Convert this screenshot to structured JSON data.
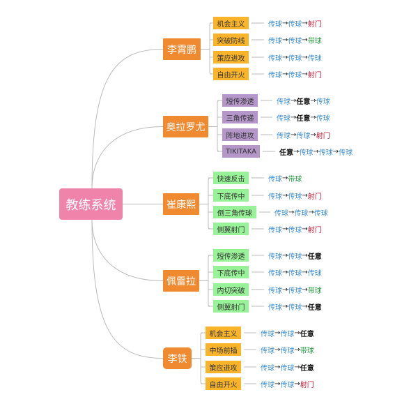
{
  "title": "教练系统",
  "legend_colors": {
    "传球": "#3a8dd2",
    "任意": "#111111",
    "射门": "#c4122f",
    "带球": "#1f9a3c"
  },
  "colors": {
    "root": "#f083aa",
    "coach": "#f08a30",
    "line": "#bbbbbb"
  },
  "coaches": [
    {
      "name": "李霄鹏",
      "tactic_color": "#f9b42a",
      "tactics": [
        {
          "name": "机会主义",
          "sequence": [
            "传球",
            "传球",
            "射门"
          ]
        },
        {
          "name": "突破防线",
          "sequence": [
            "传球",
            "传球",
            "带球"
          ]
        },
        {
          "name": "策应进攻",
          "sequence": [
            "传球",
            "传球",
            "传球"
          ]
        },
        {
          "name": "自由开火",
          "sequence": [
            "传球",
            "传球",
            "射门"
          ]
        }
      ]
    },
    {
      "name": "奥拉罗尤",
      "tactic_color": "#b497c8",
      "tactics": [
        {
          "name": "短传渗透",
          "sequence": [
            "传球",
            "任意",
            "传球"
          ]
        },
        {
          "name": "三角传递",
          "sequence": [
            "传球",
            "任意",
            "传球"
          ]
        },
        {
          "name": "阵地进攻",
          "sequence": [
            "传球",
            "传球",
            "射门"
          ]
        },
        {
          "name": "TIKITAKA",
          "sequence": [
            "任意",
            "传球",
            "传球",
            "传球"
          ]
        }
      ]
    },
    {
      "name": "崔康熙",
      "tactic_color": "#98f398",
      "tactics": [
        {
          "name": "快速反击",
          "sequence": [
            "传球",
            "带球"
          ]
        },
        {
          "name": "下底传中",
          "sequence": [
            "传球",
            "传球",
            "射门"
          ]
        },
        {
          "name": "倒三角传球",
          "sequence": [
            "传球",
            "传球",
            "传球"
          ]
        },
        {
          "name": "侧翼射门",
          "sequence": [
            "传球",
            "传球",
            "射门"
          ]
        }
      ]
    },
    {
      "name": "佩雷拉",
      "tactic_color": "#98f398",
      "tactics": [
        {
          "name": "短传渗透",
          "sequence": [
            "传球",
            "传球",
            "任意"
          ]
        },
        {
          "name": "下底传中",
          "sequence": [
            "传球",
            "传球",
            "传球"
          ]
        },
        {
          "name": "内切突破",
          "sequence": [
            "传球",
            "传球",
            "带球"
          ]
        },
        {
          "name": "侧翼射门",
          "sequence": [
            "传球",
            "传球",
            "任意"
          ]
        }
      ]
    },
    {
      "name": "李铁",
      "tactic_color": "#f9b42a",
      "tactics": [
        {
          "name": "机会主义",
          "sequence": [
            "传球",
            "传球",
            "任意"
          ]
        },
        {
          "name": "中场前插",
          "sequence": [
            "传球",
            "传球",
            "带球"
          ]
        },
        {
          "name": "策应进攻",
          "sequence": [
            "传球",
            "传球",
            "任意"
          ]
        },
        {
          "name": "自由开火",
          "sequence": [
            "传球",
            "传球",
            "射门"
          ]
        }
      ]
    }
  ]
}
